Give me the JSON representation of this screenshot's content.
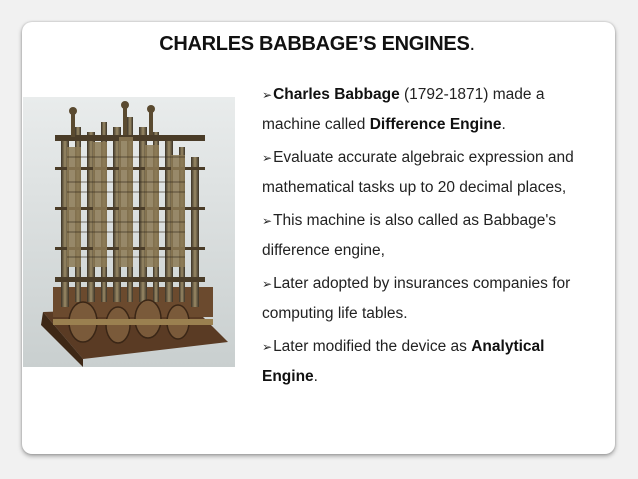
{
  "slide": {
    "title": "CHARLES BABBAGE’S ENGINES",
    "title_suffix": "."
  },
  "bullets": [
    {
      "bold_lead": "Charles Babbage",
      "text": " (1792-1871) made a machine called ",
      "bold_tail": "Difference Engine",
      "end": "."
    },
    {
      "text": "Evaluate accurate algebraic expression and mathematical tasks up to 20 decimal places,"
    },
    {
      "text": "This machine is also called as Babbage's difference engine,"
    },
    {
      "text": "Later adopted by insurances companies for computing life tables."
    },
    {
      "text": "Later modified the device as ",
      "bold_tail": "Analytical Engine",
      "end": "."
    }
  ],
  "bullet_marker": "➢",
  "image": {
    "subject": "difference-engine-machine-photo"
  }
}
